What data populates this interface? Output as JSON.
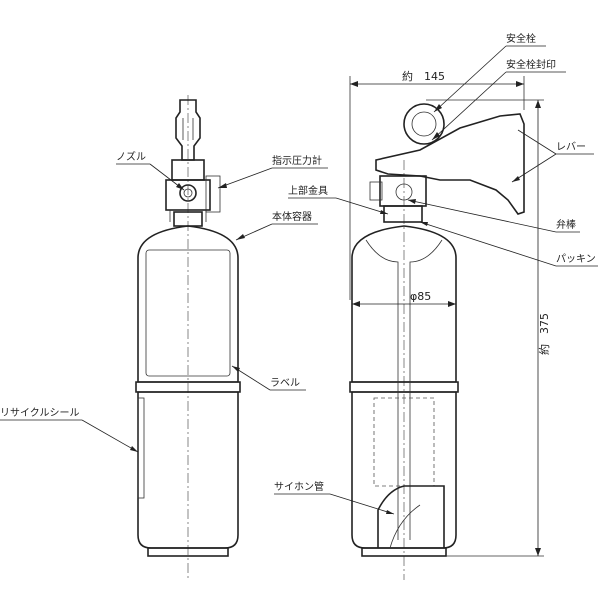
{
  "labels": {
    "nozzle": "ノズル",
    "pressure_gauge": "指示圧力計",
    "body_container": "本体容器",
    "label": "ラベル",
    "recycle_seal": "リサイクルシール",
    "safety_pin": "安全栓",
    "safety_pin_seal": "安全栓封印",
    "lever": "レバー",
    "upper_fitting": "上部金具",
    "valve_rod": "弁棒",
    "packing": "パッキン",
    "siphon_tube": "サイホン管"
  },
  "dimensions": {
    "width_prefix": "約",
    "width_value": "145",
    "height_prefix": "約",
    "height_value": "375",
    "diameter": "φ85"
  },
  "colors": {
    "line": "#222222",
    "background": "#ffffff"
  }
}
